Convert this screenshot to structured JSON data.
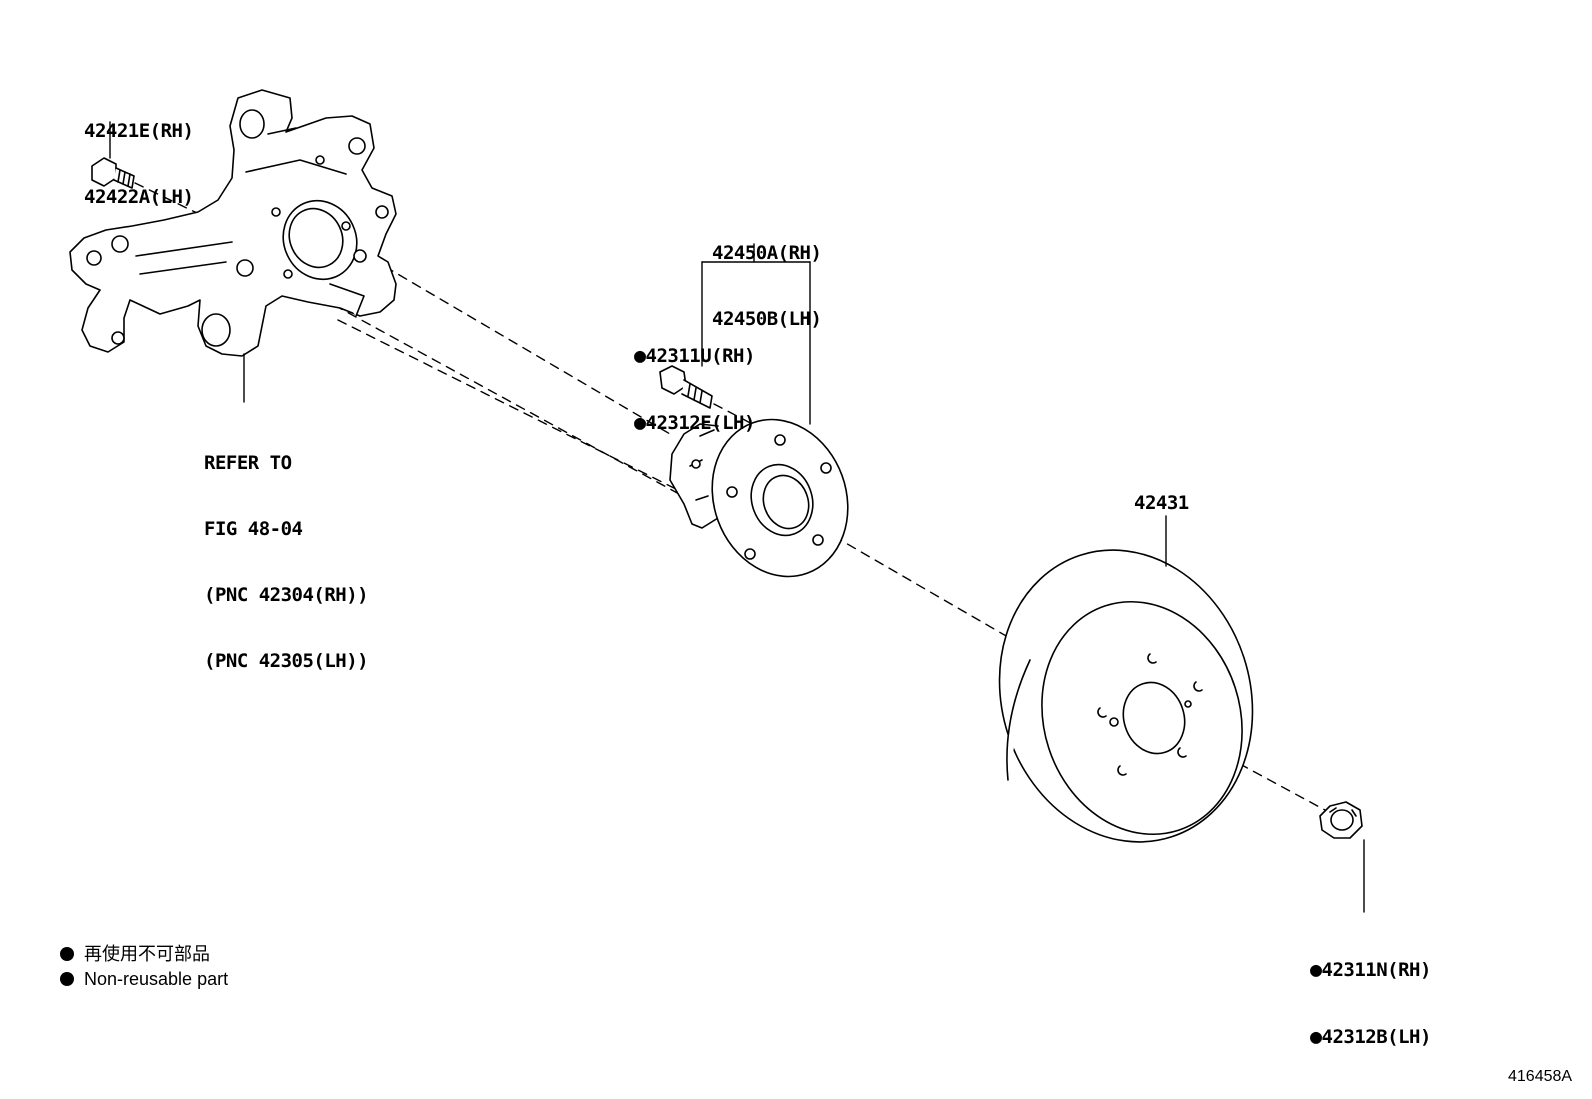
{
  "parts": {
    "bolt_knuckle": {
      "line1": "42421E(RH)",
      "line2": "42422A(LH)"
    },
    "knuckle_ref": {
      "line1": "REFER TO",
      "line2": "FIG 48-04",
      "line3": "(PNC 42304(RH))",
      "line4": "(PNC 42305(LH))"
    },
    "hub_assembly": {
      "line1": "42450A(RH)",
      "line2": "42450B(LH)"
    },
    "hub_bolt": {
      "line1": "42311U(RH)",
      "line2": "42312E(LH)",
      "bullet": "●"
    },
    "disc": {
      "label": "42431"
    },
    "nut": {
      "line1": "42311N(RH)",
      "line2": "42312B(LH)",
      "bullet": "●"
    }
  },
  "legend": {
    "japanese": "再使用不可部品",
    "english": "Non-reusable part"
  },
  "figure_number": "416458A"
}
